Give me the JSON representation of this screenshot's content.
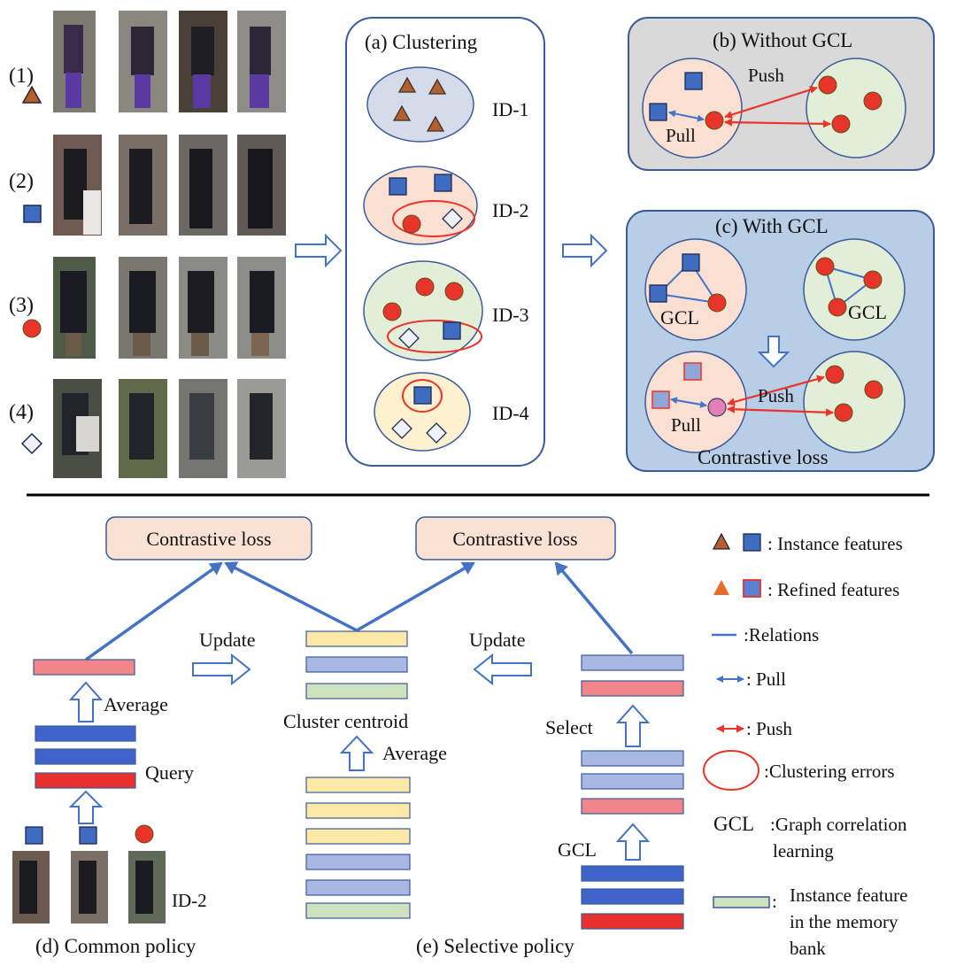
{
  "rows": [
    {
      "label": "(1)",
      "symbol": "triangle-icon"
    },
    {
      "label": "(2)",
      "symbol": "square-icon"
    },
    {
      "label": "(3)",
      "symbol": "circle-icon"
    },
    {
      "label": "(4)",
      "symbol": "diamond-icon"
    }
  ],
  "panel_a": {
    "title": "(a) Clustering",
    "ids": [
      "ID-1",
      "ID-2",
      "ID-3",
      "ID-4"
    ]
  },
  "panel_b": {
    "title": "(b) Without GCL",
    "push": "Push",
    "pull": "Pull"
  },
  "panel_c": {
    "title": "(c) With GCL",
    "gcl_left": "GCL",
    "gcl_right": "GCL",
    "push": "Push",
    "pull": "Pull",
    "caption": "Contrastive loss"
  },
  "bottom": {
    "loss_left": "Contrastive loss",
    "loss_right": "Contrastive loss",
    "update_left": "Update",
    "update_right": "Update",
    "average_left": "Average",
    "query": "Query",
    "cluster_centroid": "Cluster centroid",
    "average_center": "Average",
    "select": "Select",
    "gcl": "GCL",
    "id_label": "ID-2",
    "caption_d": "(d) Common policy",
    "caption_e": "(e) Selective policy"
  },
  "legend": {
    "instance": ": Instance features",
    "refined": ": Refined features",
    "relations": ":Relations",
    "pull": ": Pull",
    "push": ": Push",
    "errors": ":Clustering errors",
    "gcl_abbr": "GCL",
    "gcl_line1": ":Graph correlation",
    "gcl_line2": "learning",
    "memory_line1": "Instance feature",
    "memory_line2": "in the memory",
    "memory_line3": "bank"
  },
  "colors": {
    "triangle": "#b5602c",
    "square": "#3f6cc0",
    "circle": "#e8342a",
    "panel_b_bg": "#d9d9d9",
    "panel_c_bg": "#b8cde6",
    "cluster_blue": "#d5dbe8",
    "cluster_orange": "#f9e0d3",
    "cluster_green": "#e2eed8",
    "cluster_yellow": "#fdf1d0",
    "loss_box": "#f9e2d3",
    "bar_yellow": "#fbe8a6",
    "bar_purple": "#a8b8e3",
    "bar_green": "#cfe2bf",
    "bar_pink": "#f0858a",
    "bar_blue": "#3f63c8",
    "bar_red": "#e8302c"
  }
}
